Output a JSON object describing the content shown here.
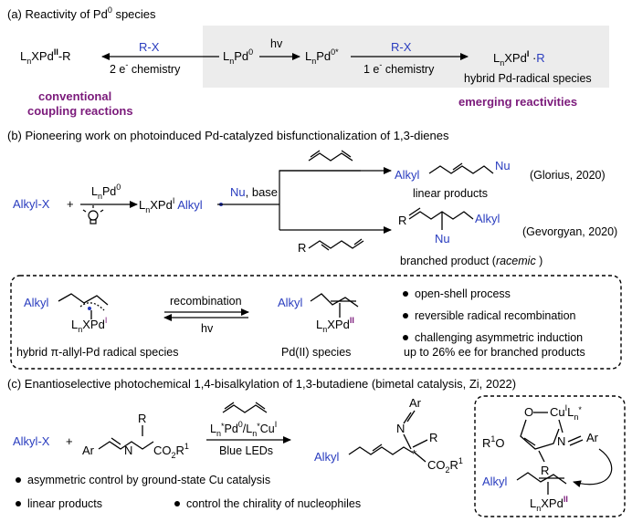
{
  "a": {
    "title": "(a) Reactivity of Pd",
    "title_sup": "0",
    "title_tail": " species",
    "left_product": {
      "pre": "L",
      "sub": "n",
      "mid": "XPd",
      "sup": "II",
      "post": "-R"
    },
    "left_reagent": "R-X",
    "left_cond_pre": "2 e",
    "left_cond_sup": "-",
    "left_cond_post": " chemistry",
    "center": {
      "pre": "L",
      "sub": "n",
      "mid": "Pd",
      "sup": "0"
    },
    "hv": "hv",
    "excited": {
      "pre": "L",
      "sub": "n",
      "mid": "Pd",
      "sup": "0*"
    },
    "right_reagent": "R-X",
    "right_cond_pre": "1 e",
    "right_cond_sup": "-",
    "right_cond_post": " chemistry",
    "right_product": {
      "pre": "L",
      "sub": "n",
      "mid": "XPd",
      "sup": "I",
      "dot": " ·",
      "post": "R"
    },
    "right_caption": "hybrid Pd-radical species",
    "left_label_1": "conventional",
    "left_label_2": "coupling reactions",
    "right_label": "emerging reactivities",
    "accent_purple": "#7b1a7b",
    "accent_blue": "#2a3dbf",
    "box_gray": "#ececec"
  },
  "b": {
    "title": "(b) Pioneering work on photoinduced Pd-catalyzed bisfunctionalization of 1,3-dienes",
    "start": "Alkyl-X",
    "plus": "+",
    "cat": {
      "pre": "L",
      "sub": "n",
      "mid": "Pd",
      "sup": "0"
    },
    "intermediate": {
      "pre": "L",
      "sub": "n",
      "mid": "XPd",
      "sup": "I",
      "radical": " Alkyl"
    },
    "nu_base_nu": "Nu",
    "nu_base_rest": ", base",
    "linear_alkyl": "Alkyl",
    "linear_nu": "Nu",
    "linear_label": "linear products",
    "glorius": "(Glorius, 2020)",
    "branched_r": "R",
    "branched_alkyl": "Alkyl",
    "branched_nu": "Nu",
    "branched_label_pre": "branched product (",
    "branched_label_it": "racemic",
    "branched_label_post": " )",
    "gevorgyan": "(Gevorgyan, 2020)",
    "diene_r": "R",
    "box": {
      "allyl_alkyl": "Alkyl",
      "allyl_pd": {
        "pre": "L",
        "sub": "n",
        "mid": "XPd",
        "sup": "I"
      },
      "allyl_caption": "hybrid π-allyl-Pd radical species",
      "recomb": "recombination",
      "hv": "hv",
      "pd2_alkyl": "Alkyl",
      "pd2": {
        "pre": "L",
        "sub": "n",
        "mid": "XPd",
        "sup": "II"
      },
      "pd2_caption": "Pd(II) species",
      "bullets": [
        "open-shell process",
        "reversible radical recombination",
        "challenging asymmetric induction",
        "up to 26% ee for branched products"
      ]
    }
  },
  "c": {
    "title": "(c) Enantioselective photochemical 1,4-bisalkylation of 1,3-butadiene (bimetal catalysis, Zi, 2022)",
    "start": "Alkyl-X",
    "plus": "+",
    "ar": "Ar",
    "n": "N",
    "r": "R",
    "ester": {
      "pre": "CO",
      "sub": "2",
      "mid": "R",
      "sup": "1"
    },
    "cond": {
      "l1": "L",
      "sub1": "n",
      "st1": "*",
      "pd": "Pd",
      "sup1": "0",
      "slash": "/L",
      "sub2": "n",
      "st2": "*",
      "cu": "Cu",
      "sup2": "I"
    },
    "blue_leds": "Blue LEDs",
    "prod_ar": "Ar",
    "prod_n": "N",
    "prod_r": "R",
    "prod_alkyl": "Alkyl",
    "prod_star": "*",
    "prod_ester": {
      "pre": "CO",
      "sub": "2",
      "mid": "R",
      "sup": "1"
    },
    "bullets": [
      "asymmetric control by ground-state Cu catalysis",
      "linear products",
      "control the chirality of nucleophiles"
    ],
    "box": {
      "o": "O",
      "cu": {
        "pre": "Cu",
        "sup": "I",
        "mid": "L",
        "sub": "n",
        "star": "*"
      },
      "r1o": {
        "pre": "R",
        "sup": "1",
        "post": "O"
      },
      "n": "N",
      "ar": "Ar",
      "r": "R",
      "alkyl": "Alkyl",
      "pd": {
        "pre": "L",
        "sub": "n",
        "mid": "XPd",
        "sup": "II"
      }
    }
  }
}
